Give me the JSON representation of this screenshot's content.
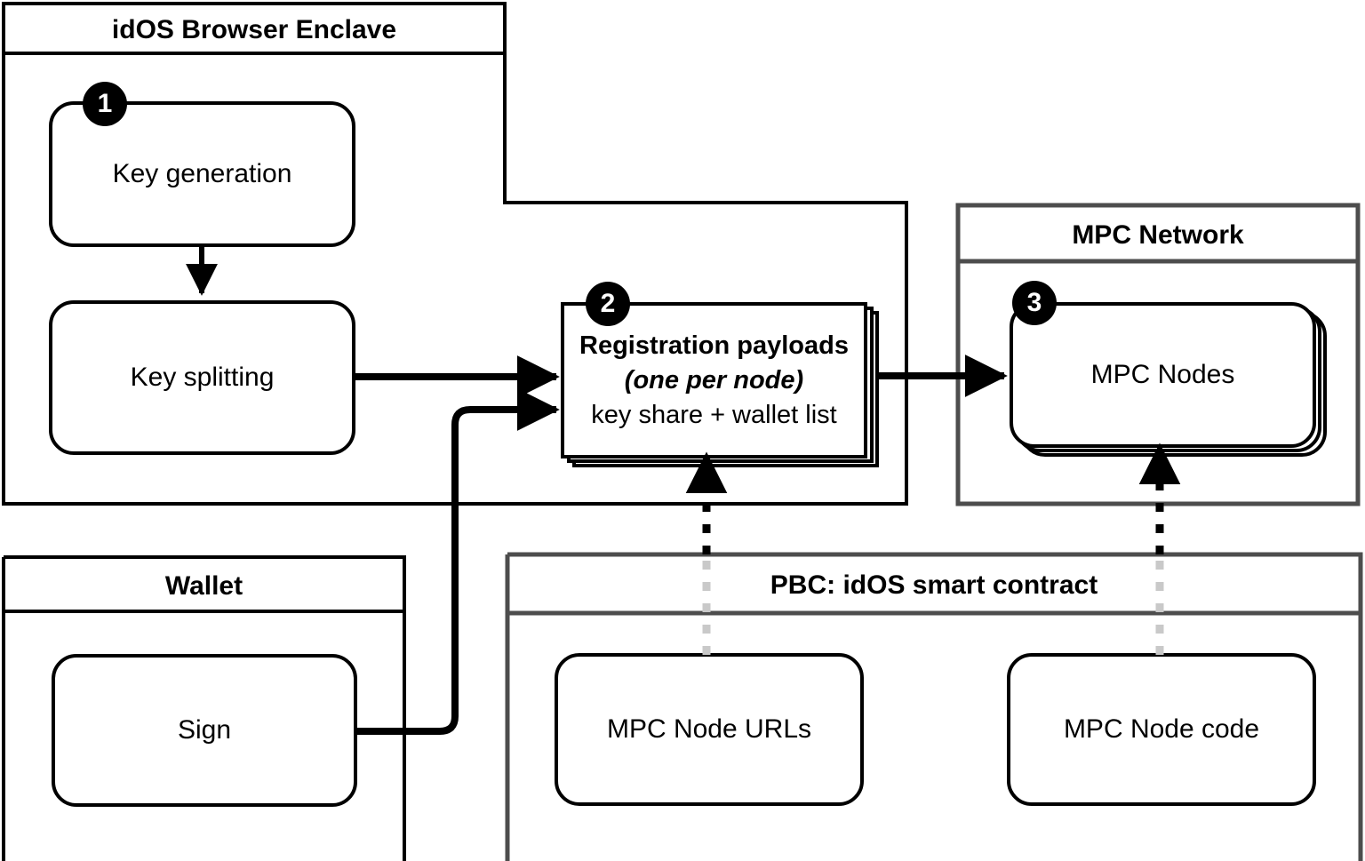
{
  "diagram": {
    "type": "architecture-flow",
    "background": "#ffffff",
    "stroke": "#000000",
    "container_stroke": "#4d4d4d",
    "badge_fill": "#000000",
    "badge_text": "#ffffff"
  },
  "containers": {
    "enclave": {
      "title": "idOS Browser Enclave"
    },
    "mpc_network": {
      "title": "MPC Network"
    },
    "wallet": {
      "title": "Wallet"
    },
    "pbc": {
      "title": "PBC: idOS smart contract"
    }
  },
  "nodes": {
    "key_generation": {
      "label": "Key generation",
      "badge": "1"
    },
    "key_splitting": {
      "label": "Key splitting"
    },
    "registration_payloads": {
      "title": "Registration payloads",
      "subtitle": "(one per node)",
      "detail": "key share + wallet list",
      "badge": "2"
    },
    "mpc_nodes": {
      "label": "MPC Nodes",
      "badge": "3"
    },
    "sign": {
      "label": "Sign"
    },
    "mpc_node_urls": {
      "label": "MPC Node URLs"
    },
    "mpc_node_code": {
      "label": "MPC Node code"
    }
  },
  "edges": [
    {
      "from": "key_generation",
      "to": "key_splitting",
      "style": "solid"
    },
    {
      "from": "key_splitting",
      "to": "registration_payloads",
      "style": "solid"
    },
    {
      "from": "sign",
      "to": "registration_payloads",
      "style": "solid"
    },
    {
      "from": "registration_payloads",
      "to": "mpc_nodes",
      "style": "solid"
    },
    {
      "from": "mpc_node_urls",
      "to": "registration_payloads",
      "style": "dotted"
    },
    {
      "from": "mpc_node_code",
      "to": "mpc_nodes",
      "style": "dotted"
    }
  ]
}
